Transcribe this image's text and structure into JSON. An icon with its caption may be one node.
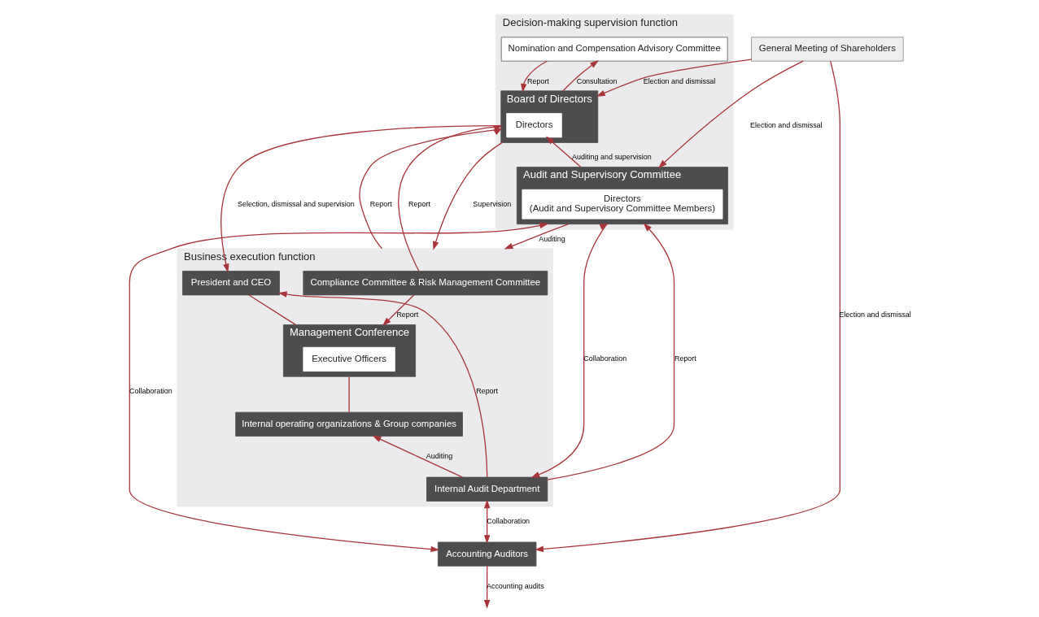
{
  "diagram": {
    "nodes": [
      {
        "text": [
          "General Meeting of Shareholders"
        ]
      },
      {
        "text": [
          "Decision-making supervision function"
        ]
      },
      {
        "text": [
          "Nomination and Compensation Advisory Committee"
        ],
        "in": 1
      },
      {
        "text": [
          "Board of Directors"
        ],
        "in": 1
      },
      {
        "text": [
          "Directors"
        ],
        "in": 3
      },
      {
        "text": [
          "Audit and Supervisory Committee"
        ],
        "in": 1
      },
      {
        "text": [
          "Directors",
          "(Audit and Supervisory Committee Members)"
        ],
        "in": 5
      },
      {
        "text": [
          "Business execution function"
        ]
      },
      {
        "text": [
          "Compliance Committee & Risk Management Committee"
        ],
        "in": 7
      },
      {
        "text": [
          "President and CEO"
        ],
        "in": 7
      },
      {
        "text": [
          "Management Conference"
        ],
        "in": 7
      },
      {
        "text": [
          "Executive Officers"
        ],
        "in": 10
      },
      {
        "text": [
          "Internal operating organizations & Group companies"
        ],
        "in": 7
      },
      {
        "text": [
          "Internal Audit Department"
        ],
        "in": 7
      },
      {
        "text": [
          "Accounting Auditors"
        ]
      }
    ],
    "edges": [
      {
        "from": 0,
        "to": 3,
        "arrow": "to",
        "label": "Election and dismissal"
      },
      {
        "from": 0,
        "to": 5,
        "arrow": "to",
        "label": "Election and dismissal"
      },
      {
        "from": 0,
        "to": 14,
        "arrow": "to",
        "label": "Election and dismissal"
      },
      {
        "from": 2,
        "to": 3,
        "arrow": "to",
        "label": "Report"
      },
      {
        "from": 3,
        "to": 2,
        "arrow": "to",
        "label": "Consultation"
      },
      {
        "from": 5,
        "to": 4,
        "arrow": "to",
        "label": "Auditing and supervision"
      },
      {
        "from": 8,
        "to": 3,
        "arrow": "to",
        "label": "Report"
      },
      {
        "from": 3,
        "to": 9,
        "arrow": "to",
        "label": "Selection, dismissal and supervision"
      },
      {
        "from": 3,
        "to": 7,
        "arrow": "to",
        "label": "Supervision"
      },
      {
        "from": 7,
        "to": 3,
        "arrow": "to",
        "label": "Report"
      },
      {
        "from": 5,
        "to": 7,
        "arrow": "to",
        "label": "Auditing"
      },
      {
        "from": 13,
        "to": 5,
        "arrow": "both",
        "label": "Collaboration"
      },
      {
        "from": 13,
        "to": 5,
        "arrow": "to",
        "label": "Report"
      },
      {
        "from": 5,
        "to": 14,
        "arrow": "both",
        "label": "Collaboration"
      },
      {
        "from": 13,
        "to": 9,
        "arrow": "to",
        "label": "Report"
      },
      {
        "from": 9,
        "to": 10,
        "arrow": "none"
      },
      {
        "from": 8,
        "to": 10,
        "arrow": "to",
        "label": "Report"
      },
      {
        "from": 10,
        "to": 12,
        "arrow": "none"
      },
      {
        "from": 13,
        "to": 14,
        "arrow": "both",
        "label": "Collaboration"
      },
      {
        "from": 14,
        "to": null,
        "arrow": "to",
        "label": "Accounting audits"
      },
      {
        "from": 13,
        "to": 12,
        "arrow": "to",
        "label": "Auditing"
      }
    ]
  }
}
